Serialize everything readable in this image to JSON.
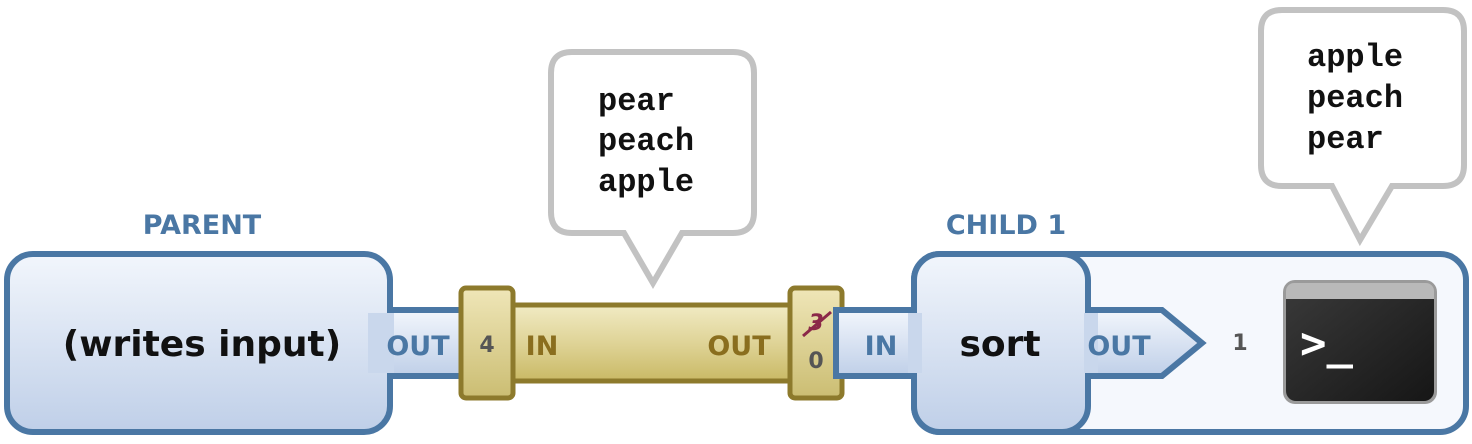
{
  "parent": {
    "title": "PARENT",
    "process_label": "(writes input)",
    "out_label": "OUT"
  },
  "pipe": {
    "left_fd": "4",
    "in_label": "IN",
    "out_label": "OUT",
    "right_fd_closed": "3",
    "right_fd": "0",
    "bubble_lines": [
      "pear",
      "peach",
      "apple"
    ]
  },
  "child": {
    "title": "CHILD 1",
    "in_label": "IN",
    "process_label": "sort",
    "out_label": "OUT",
    "out_fd": "1",
    "terminal_prompt": ">_",
    "bubble_lines": [
      "apple",
      "peach",
      "pear"
    ]
  },
  "colors": {
    "box_stroke": "#4a77a4",
    "box_fill_top": "#eef3fb",
    "box_fill_bottom": "#c3d2ea",
    "pipe_fill": "#e0d69a",
    "pipe_stroke": "#8d7a2c",
    "terminal": "#2a2a2a"
  }
}
